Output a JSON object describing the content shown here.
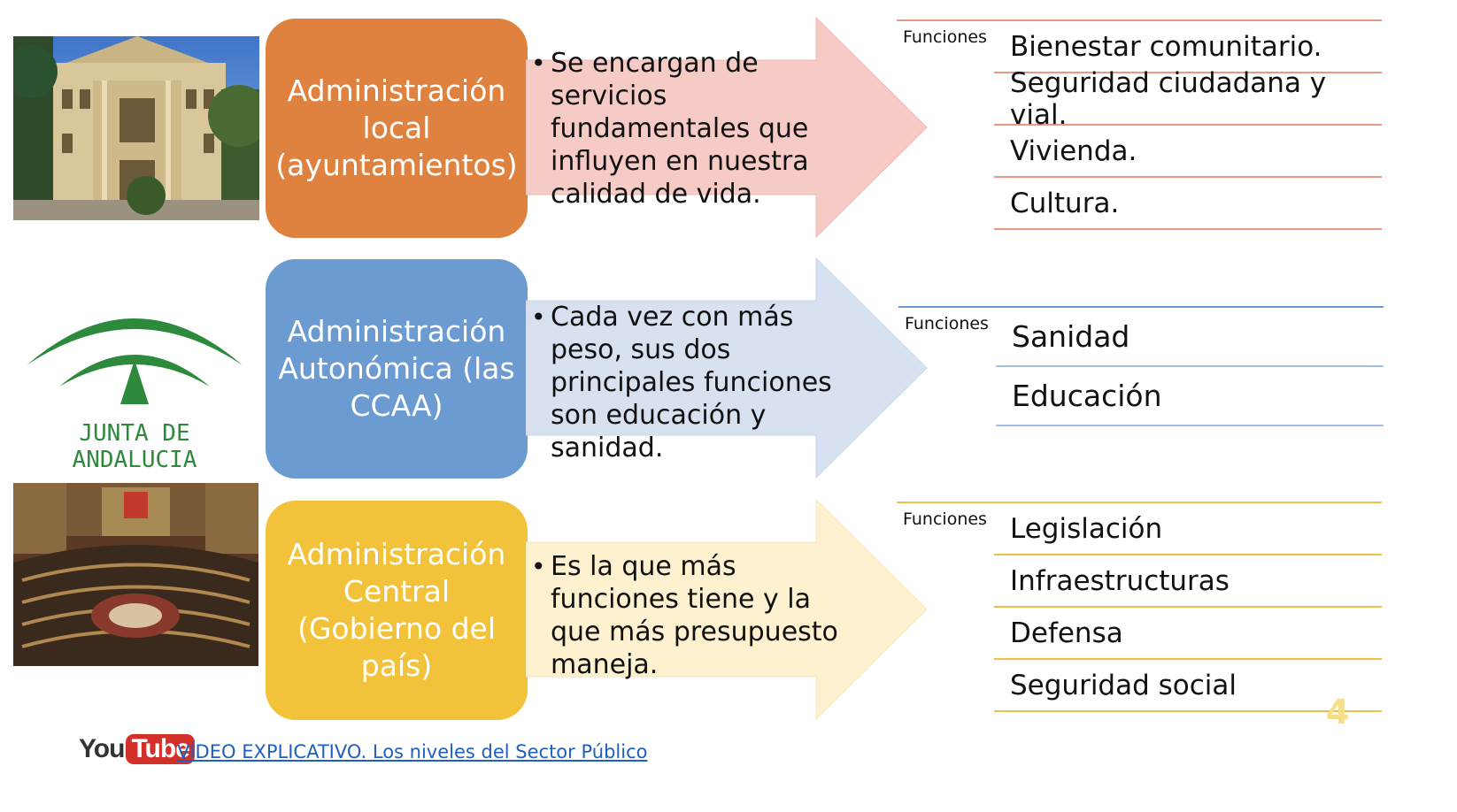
{
  "rows": [
    {
      "box_label": "Administración local (ayuntamientos)",
      "box_color": "#e0823f",
      "arrow_color": "#f6cbc6",
      "arrow_text": "Se encargan de servicios fundamentales que influyen en nuestra calidad de vida.",
      "functions_label": "Funciones",
      "line_color": "#e79a83",
      "functions": [
        "Bienestar comunitario.",
        "Seguridad ciudadana y vial.",
        "Vivienda.",
        "Cultura."
      ]
    },
    {
      "box_label": "Administración Autonómica (las CCAA)",
      "box_color": "#6b9bd1",
      "arrow_color": "#d7e1f0",
      "arrow_text": "Cada vez con más peso, sus dos principales funciones son educación y sanidad.",
      "functions_label": "Funciones",
      "line_color": "#a3bde2",
      "functions": [
        "Sanidad",
        "Educación"
      ]
    },
    {
      "box_label": "Administración Central (Gobierno del país)",
      "box_color": "#f2c23b",
      "arrow_color": "#fdf1cf",
      "arrow_text": "Es la que más funciones tiene y la que más presupuesto maneja.",
      "functions_label": "Funciones",
      "line_color": "#edc148",
      "functions": [
        "Legislación",
        "Infraestructuras",
        "Defensa",
        "Seguridad social"
      ]
    }
  ],
  "logo": {
    "text": "JUNTA DE ANDALUCIA",
    "color": "#2d8a3c"
  },
  "page_number": "4",
  "footer": {
    "youtube_you": "You",
    "youtube_tube": "Tube",
    "link_text": "VÍDEO EXPLICATIVO. Los niveles del Sector Público"
  }
}
